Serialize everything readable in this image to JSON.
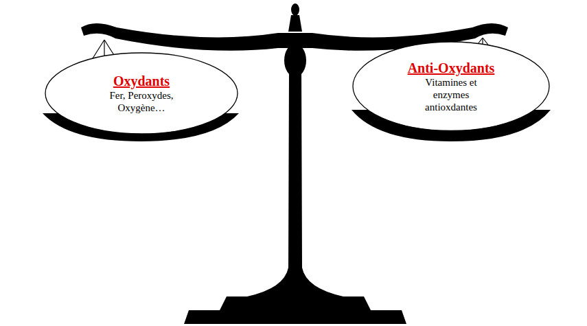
{
  "diagram": {
    "nodes": [
      {
        "text": [
          "Oxydants",
          "Fer, Peroxydes, Oxygène…"
        ]
      },
      {
        "text": [
          "Anti-Oxydants",
          "Vitamines et enzymes antioxdantes"
        ]
      }
    ]
  }
}
